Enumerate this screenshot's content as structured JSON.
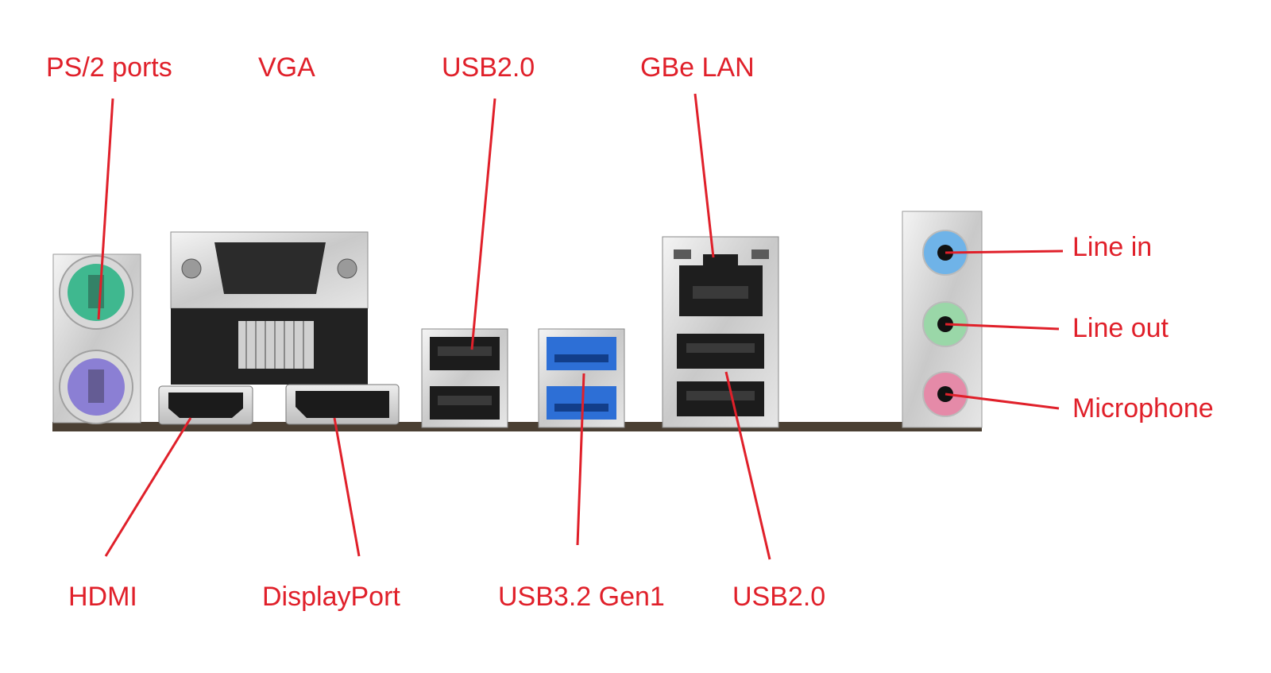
{
  "accent_color": "#e0202a",
  "labels": {
    "ps2": "PS/2 ports",
    "vga": "VGA",
    "usb20_top": "USB2.0",
    "gbe_lan": "GBe LAN",
    "line_in": "Line in",
    "line_out": "Line out",
    "microphone": "Microphone",
    "hdmi": "HDMI",
    "displayport": "DisplayPort",
    "usb32": "USB3.2 Gen1",
    "usb20_bottom": "USB2.0"
  },
  "ports": {
    "ps2_colors": [
      "#3fb88f",
      "#8b7fd4"
    ],
    "usb3_color": "#2d6fd6",
    "audio_colors": [
      "#6fb3e8",
      "#9ad7a8",
      "#e58aa8"
    ]
  }
}
